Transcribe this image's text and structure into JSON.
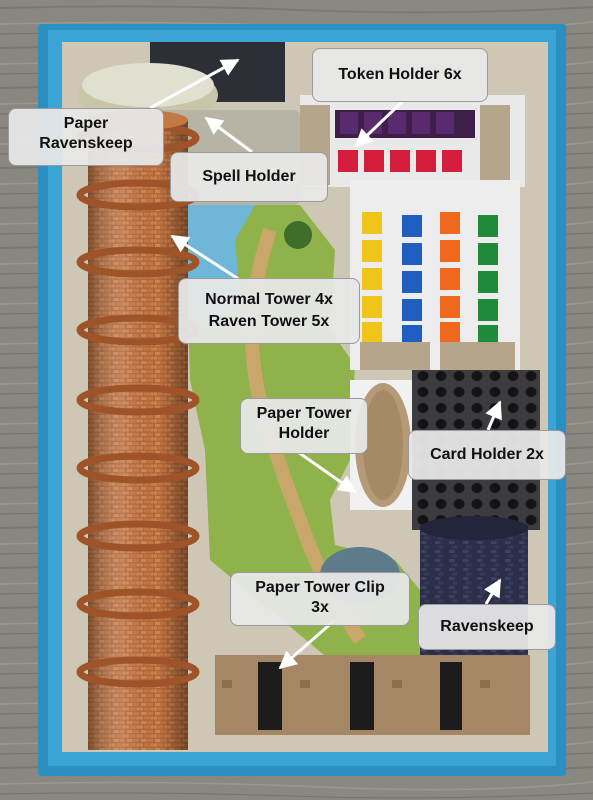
{
  "photo": {
    "subject": "organized board game box insert",
    "colors": {
      "floor_wood": "#8a8781",
      "box_blue": "#2c8fc2",
      "box_inner": "#cfc7b6",
      "copper": "#b4683a",
      "dark_grid": "#3c3c40",
      "map_green": "#8fb24a",
      "map_blue": "#6fb7d8"
    }
  },
  "labels": [
    {
      "key": "paper_ravenskeep",
      "text": "Paper\nRavenskeep"
    },
    {
      "key": "spell_holder",
      "text": "Spell Holder"
    },
    {
      "key": "token_holder",
      "text": "Token Holder 6x"
    },
    {
      "key": "towers",
      "text": "Normal Tower  4x\nRaven Tower 5x"
    },
    {
      "key": "paper_tower_holder",
      "text": "Paper Tower\nHolder"
    },
    {
      "key": "card_holder",
      "text": "Card Holder 2x"
    },
    {
      "key": "paper_tower_clip",
      "text": "Paper Tower Clip\n3x"
    },
    {
      "key": "ravenskeep",
      "text": "Ravenskeep"
    }
  ]
}
